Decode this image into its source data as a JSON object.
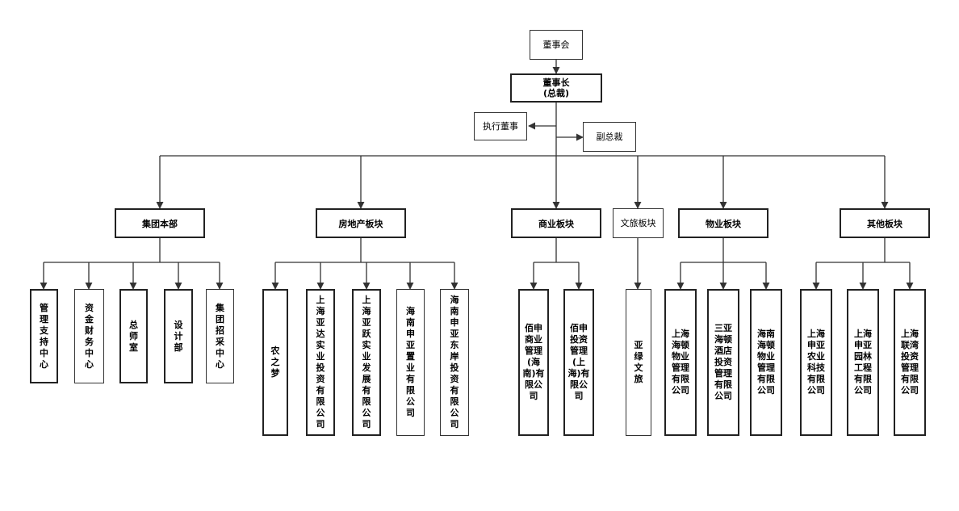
{
  "top": {
    "board": "董事会",
    "chairman": "董事长\n(总裁)",
    "executive_director": "执行董事",
    "vice_president": "副总裁"
  },
  "divisions": [
    {
      "name": "集团本部",
      "units": [
        "管理支持中心",
        "资金财务中心",
        "总师室",
        "设计部",
        "集团招采中心"
      ]
    },
    {
      "name": "房地产板块",
      "units": [
        "农之梦",
        "上海亚达实业投资有限公司",
        "上海亚跃实业发展有限公司",
        "海南申亚置业有限公司",
        "海南申亚东岸投资有限公司"
      ]
    },
    {
      "name": "商业板块",
      "units": [
        "佰申商业管理(海南)有限公司",
        "佰申投资管理(上海)有限公司"
      ]
    },
    {
      "name": "文旅板块",
      "units": [
        "亚绿文旅"
      ]
    },
    {
      "name": "物业板块",
      "units": [
        "上海海顿物业管理有限公司",
        "三亚海顿酒店投资管理有限公司",
        "海南海顿物业管理有限公司"
      ]
    },
    {
      "name": "其他板块",
      "units": [
        "上海申亚农业科技有限公司",
        "上海申亚园林工程有限公司",
        "上海联湾投资管理有限公司"
      ]
    }
  ]
}
